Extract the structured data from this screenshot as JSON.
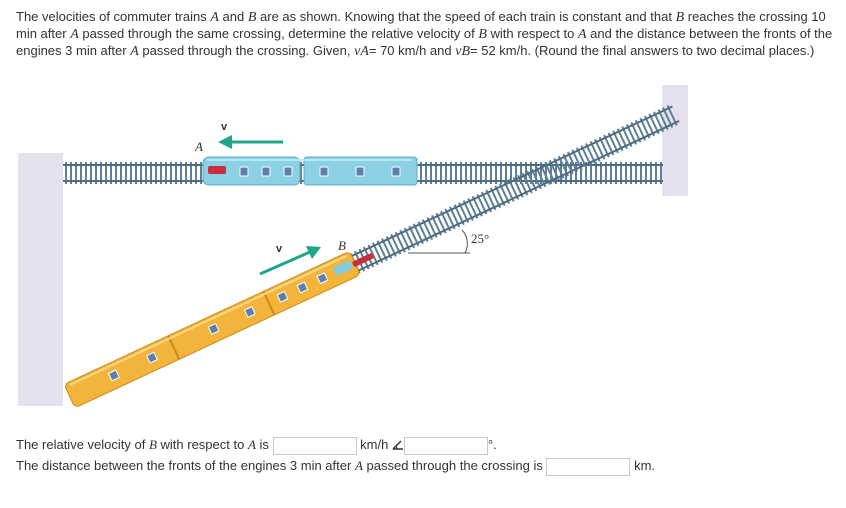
{
  "problem": {
    "p1": "The velocities of commuter trains ",
    "A": "A",
    "and": " and ",
    "B": "B",
    "p2": " are as shown. Knowing that the speed of each train is constant and that ",
    "p3": " reaches the crossing 10 min after ",
    "p4": " passed through the same crossing, determine the relative velocity of ",
    "p5": " with respect to ",
    "p6": " and the distance between the fronts of the engines 3 min after ",
    "p7": " passed through the crossing. Given, ",
    "vA": "vA",
    "vA_val": "= 70 km/h and ",
    "vB": "vB",
    "vB_val": "= 52 km/h. (Round the final answers to two decimal places.)"
  },
  "figure": {
    "label_A": "A",
    "label_B": "B",
    "label_vA": "v",
    "label_vB": "v",
    "angle": "25°",
    "colors": {
      "wall": "#e6e1ef",
      "track": "#6f8fa3",
      "trainA": "#8cd0e4",
      "trainB": "#f2b43a",
      "arrow": "#1fa58a"
    }
  },
  "answers": {
    "q1_text_pre": "The relative velocity of ",
    "q1_B": "B",
    "q1_mid": " with respect to ",
    "q1_A": "A",
    "q1_is": " is",
    "q1_unit": "km/h",
    "q1_angle_icon": "angle-icon",
    "q1_degree": "°.",
    "q1_value": "",
    "q1_angle_value": "",
    "q2_text_pre": "The distance between the fronts of the engines 3 min after ",
    "q2_A": "A",
    "q2_text_post": " passed through the crossing is",
    "q2_unit": "km.",
    "q2_value": ""
  }
}
